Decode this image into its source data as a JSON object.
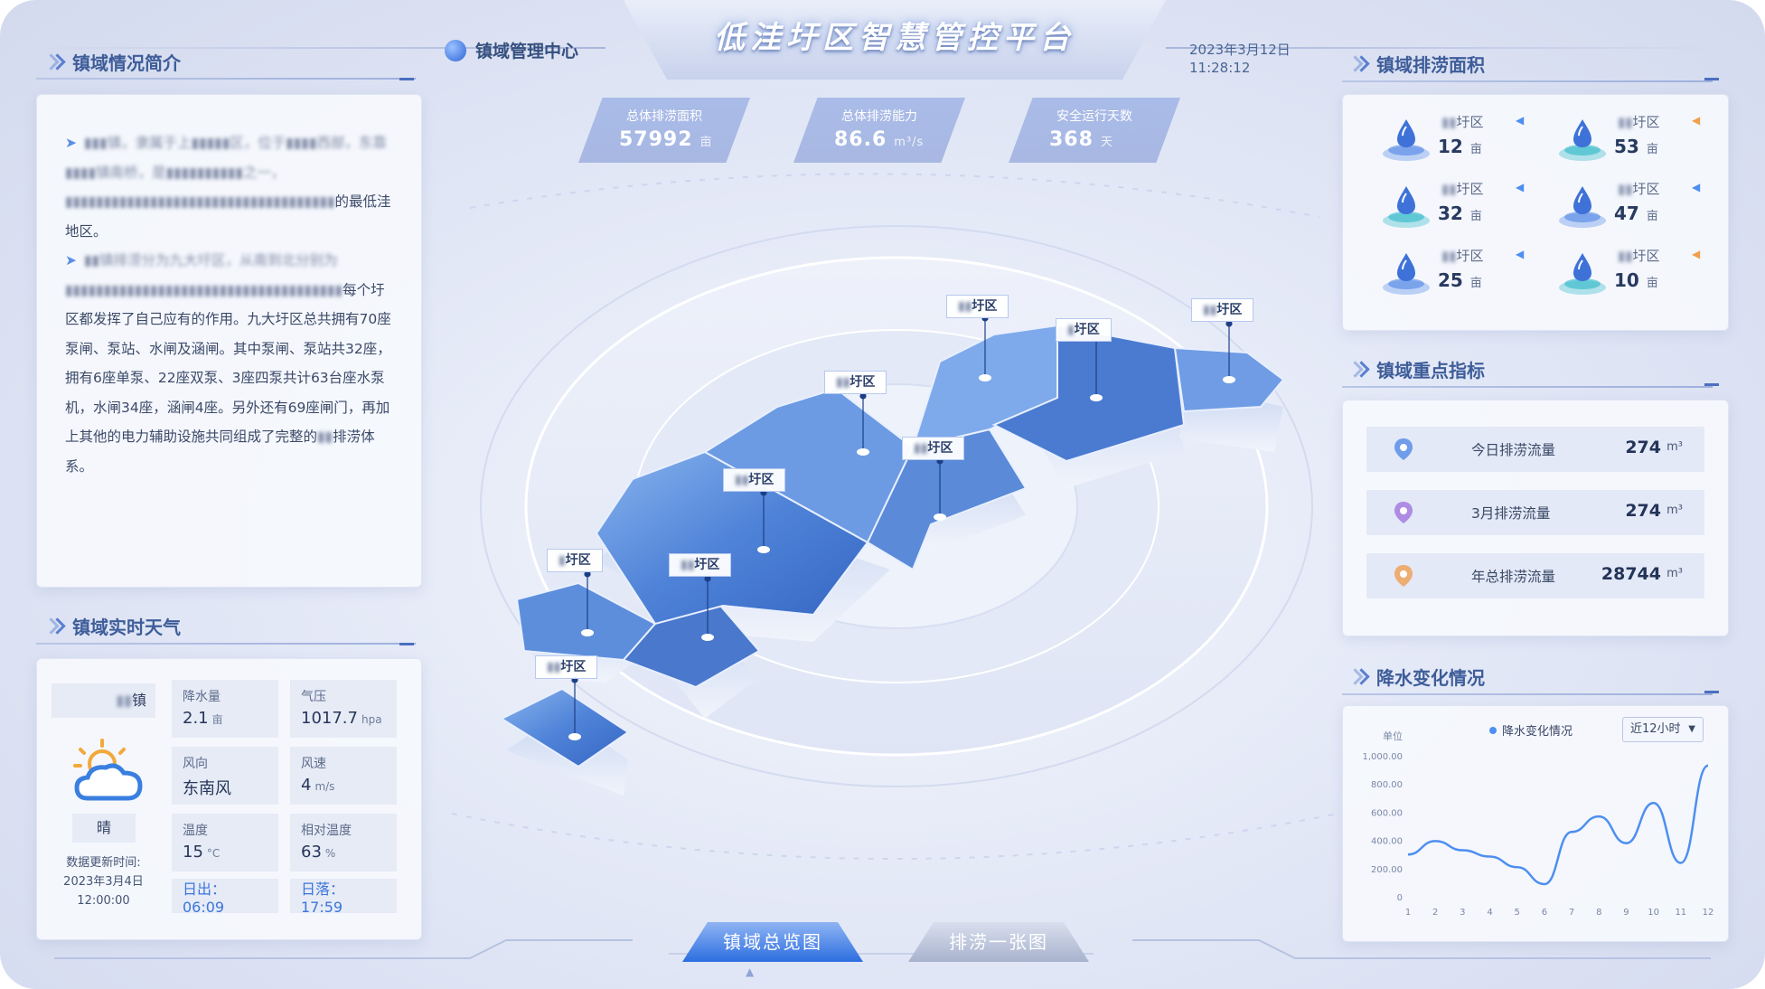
{
  "header": {
    "title": "低洼圩区智慧管控平台",
    "center_name": "镇域管理中心",
    "date": "2023年3月12日",
    "time": "11:28:12"
  },
  "stats": [
    {
      "label": "总体排涝面积",
      "value": "57992",
      "unit": "亩"
    },
    {
      "label": "总体排涝能力",
      "value": "86.6",
      "unit": "m³/s"
    },
    {
      "label": "安全运行天数",
      "value": "368",
      "unit": "天"
    }
  ],
  "intro": {
    "title": "镇域情况简介",
    "p1_a": "▮▮▮镇，隶属于上",
    "p1_b": "▮▮▮▮▮区，位于",
    "p1_c": "▮▮▮▮西部，东靠",
    "p1_d": "▮▮▮▮镇南桥，是",
    "p1_e": "▮▮▮▮▮▮▮▮▮▮之一，",
    "p1_f": "▮▮▮▮▮▮▮▮▮▮▮▮▮▮▮▮▮▮▮▮▮▮▮▮▮▮▮▮▮▮▮▮▮▮▮",
    "p1_tail": "的最低洼地区。",
    "p2_a": "▮▮镇排涝分为九大圩区，从南到北分别为",
    "p2_b": "▮▮▮▮▮▮▮▮▮▮▮▮▮▮▮▮▮▮▮▮▮▮▮▮▮▮▮▮▮▮▮▮▮▮▮▮",
    "p2_main": "每个圩区都发挥了自己应有的作用。九大圩区总共拥有70座泵闸、泵站、水闸及涵闸。其中泵闸、泵站共32座，拥有6座单泵、22座双泵、3座四泵共计63台座水泵机，水闸34座，涵闸4座。另外还有69座闸门，再加上其他的电力辅助设施共同组成了完整的",
    "p2_blur": "▮▮",
    "p2_end": "排涝体系。"
  },
  "weather": {
    "title": "镇域实时天气",
    "town_suffix": "镇",
    "condition": "晴",
    "update_label": "数据更新时间:",
    "update_date": "2023年3月4日",
    "update_time": "12:00:00",
    "rain_label": "降水量",
    "rain_value": "2.1",
    "rain_unit": "亩",
    "pressure_label": "气压",
    "pressure_value": "1017.7",
    "pressure_unit": "hpa",
    "wind_dir_label": "风向",
    "wind_dir_value": "东南风",
    "wind_speed_label": "风速",
    "wind_speed_value": "4",
    "wind_speed_unit": "m/s",
    "temp_label": "温度",
    "temp_value": "15",
    "temp_unit": "°C",
    "humid_label": "相对温度",
    "humid_value": "63",
    "humid_unit": "%",
    "sunrise": "日出：06:09",
    "sunset": "日落：17:59"
  },
  "areas": {
    "title": "镇域排涝面积",
    "items": [
      {
        "name": "圩区",
        "value": "12",
        "unit": "亩",
        "arrow_color": "#4d8ff0"
      },
      {
        "name": "圩区",
        "value": "53",
        "unit": "亩",
        "arrow_color": "#f0a04d"
      },
      {
        "name": "圩区",
        "value": "32",
        "unit": "亩",
        "arrow_color": "#4d8ff0"
      },
      {
        "name": "圩区",
        "value": "47",
        "unit": "亩",
        "arrow_color": "#4d8ff0"
      },
      {
        "name": "圩区",
        "value": "25",
        "unit": "亩",
        "arrow_color": "#4d8ff0"
      },
      {
        "name": "圩区",
        "value": "10",
        "unit": "亩",
        "arrow_color": "#f0a04d"
      }
    ]
  },
  "indicators": {
    "title": "镇域重点指标",
    "items": [
      {
        "label": "今日排涝流量",
        "value": "274",
        "unit": "m³",
        "color": "#5b8fe8"
      },
      {
        "label": "3月排涝流量",
        "value": "274",
        "unit": "m³",
        "color": "#a67be0"
      },
      {
        "label": "年总排涝流量",
        "value": "28744",
        "unit": "m³",
        "color": "#f0a25c"
      }
    ]
  },
  "rain_chart": {
    "title": "降水变化情况",
    "dropdown": "近12小时"
  },
  "chart_data": {
    "type": "line",
    "title": "",
    "ylabel": "单位",
    "legend": "降水变化情况",
    "x": [
      1,
      2,
      3,
      4,
      5,
      6,
      7,
      8,
      9,
      10,
      11,
      12
    ],
    "series": [
      {
        "name": "降水变化情况",
        "values": [
          300,
          395,
          330,
          285,
          210,
          90,
          460,
          570,
          380,
          665,
          240,
          930
        ]
      }
    ],
    "ylim": [
      0,
      1000
    ],
    "yticks": [
      "0",
      "200.00",
      "400.00",
      "600.00",
      "800.00",
      "1,000.00"
    ],
    "grid": false,
    "color": "#4d8ff0"
  },
  "map_labels": [
    {
      "suffix": "圩区"
    },
    {
      "suffix": "圩区"
    },
    {
      "suffix": "圩区"
    },
    {
      "suffix": "圩区"
    },
    {
      "suffix": "圩区"
    },
    {
      "suffix": "圩区"
    },
    {
      "suffix": "圩区"
    },
    {
      "suffix": "圩区"
    },
    {
      "suffix": "圩区"
    }
  ],
  "nav": {
    "overview": "镇域总览图",
    "drainage": "排涝一张图"
  }
}
